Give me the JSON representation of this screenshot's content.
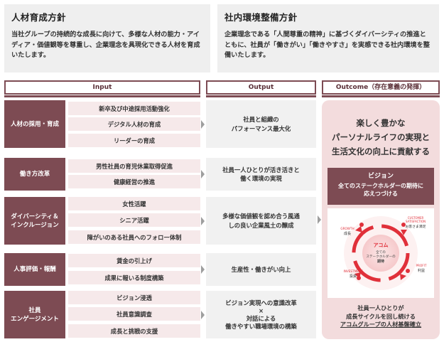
{
  "policies": {
    "left": {
      "title": "人材育成方針",
      "body": "当社グループの持続的な成長に向けて、多様な人材の能力・アイディア・価値観等を尊重し、企業理念を具現化できる人材を育成いたします。"
    },
    "right": {
      "title": "社内環境整備方針",
      "body": "企業理念である「人間尊重の精神」に基づくダイバーシティの推進とともに、社員が「働きがい」「働きやすさ」を実感できる社内環境を整備いたします。"
    }
  },
  "columns": {
    "input": "Input",
    "output": "Output",
    "outcome": "Outcome（存在意義の発揮）"
  },
  "rows": [
    {
      "category": "人材の採用・育成",
      "items": [
        "新卒及び中途採用活動強化",
        "デジタル人材の育成",
        "リーダーの育成"
      ],
      "output": "社員と組織の\nパフォーマンス最大化"
    },
    {
      "category": "働き方改革",
      "items": [
        "男性社員の育児休業取得促進",
        "健康経営の推進"
      ],
      "output": "社員一人ひとりが活き活きと\n働く環境の実現"
    },
    {
      "category": "ダイバーシティ＆\nインクルージョン",
      "items": [
        "女性活躍",
        "シニア活躍",
        "障がいのある社員へのフォロー体制"
      ],
      "output": "多様な価値観を認め合う風通\nしの良い企業風土の醸成"
    },
    {
      "category": "人事評価・報酬",
      "items": [
        "賃金の引上げ",
        "成果に報いる制度構築"
      ],
      "output": "生産性・働きがい向上"
    },
    {
      "category": "社員\nエンゲージメント",
      "items": [
        "ビジョン浸透",
        "社員意識調査",
        "成長と挑戦の支援"
      ],
      "output": "ビジョン実現への意識改革\n×\n対話による\n働きやすい職場環境の構築"
    }
  ],
  "outcome": {
    "title": "楽しく豊かな\nパーソナルライフの実現と\n生活文化の向上に貢献する",
    "vision_label": "ビジョン",
    "vision_text": "全てのステークホルダーの期待に\n応えつづける",
    "cycle": {
      "center_brand": "アコム",
      "center_line1": "全ての",
      "center_line2": "ステークホルダーの",
      "center_line3": "期待",
      "growth_en": "GROWTH",
      "growth_jp": "成長",
      "cs_en1": "CUSTOMER",
      "cs_en2": "SATISFACTION",
      "cs_jp": "お客さま満足",
      "profit_en": "PROFIT",
      "profit_jp": "利益",
      "invest_en": "INVESTMENT",
      "invest_jp": "投資"
    },
    "footer_line1": "社員一人ひとりが",
    "footer_line2": "成長サイクルを回し続ける",
    "footer_line3": "アコムグループの人材基盤確立"
  },
  "colors": {
    "accent": "#7d4b53",
    "item_bg": "#f6e9ea",
    "output_bg": "#f1f1f1",
    "outcome_bg": "#f3dcdd",
    "cycle_red": "#e0303a"
  }
}
